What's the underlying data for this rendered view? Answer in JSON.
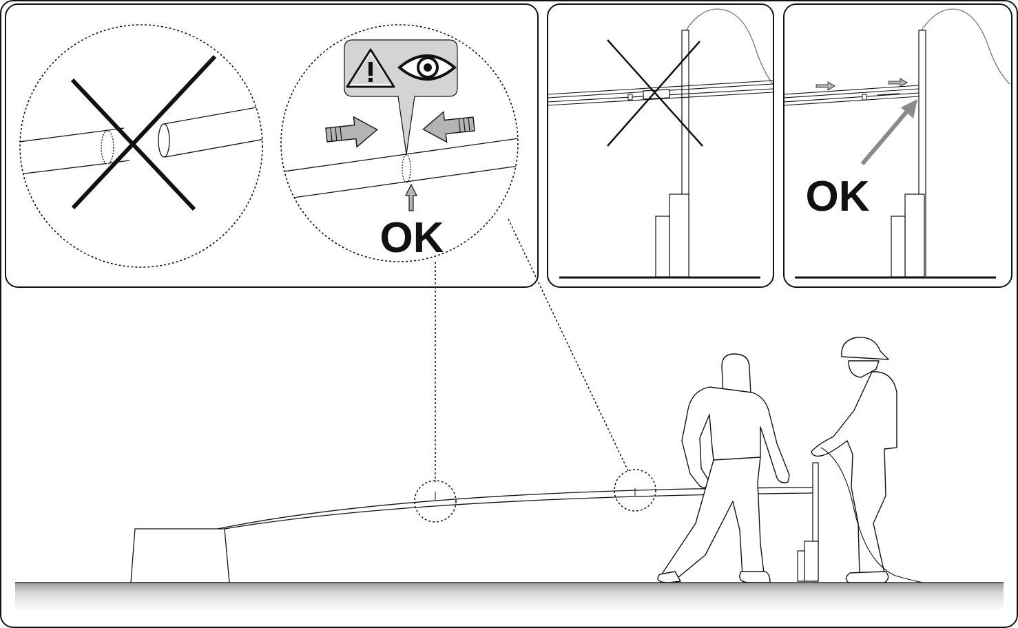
{
  "diagram": {
    "panels": [
      {
        "id": "detail-wrong",
        "mark": "x",
        "label": ""
      },
      {
        "id": "detail-right",
        "mark": "ok",
        "label": "OK"
      },
      {
        "id": "pole-wrong",
        "mark": "x",
        "label": ""
      },
      {
        "id": "pole-right",
        "mark": "ok",
        "label": "OK"
      }
    ],
    "icons": [
      "warning-triangle-icon",
      "eye-icon",
      "arrow-right-icon",
      "arrow-left-icon",
      "arrow-up-icon"
    ],
    "colors": {
      "line": "#111111",
      "arrow_fill": "#b4b4b4",
      "callout_fill": "#d4d4d4",
      "ground_top": "#9a9a9a",
      "ground_bottom": "#ffffff"
    }
  }
}
